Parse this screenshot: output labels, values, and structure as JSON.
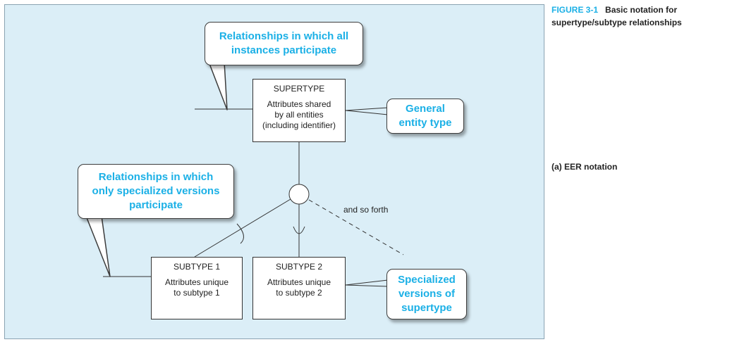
{
  "figure": {
    "number": "FIGURE 3-1",
    "caption_line1": "Basic notation for",
    "caption_line2": "supertype/subtype relationships",
    "subcaption": "(a) EER notation"
  },
  "supertype": {
    "name": "SUPERTYPE",
    "attributes": "Attributes shared\nby all entities\n(including identifier)"
  },
  "subtypes": [
    {
      "name": "SUBTYPE 1",
      "attributes": "Attributes unique\nto subtype 1"
    },
    {
      "name": "SUBTYPE 2",
      "attributes": "Attributes unique\nto subtype 2"
    }
  ],
  "callouts": {
    "all_instances": "Relationships in which all\ninstances participate",
    "general": "General\nentity type",
    "specialized_relationships": "Relationships in which\nonly specialized versions\nparticipate",
    "specialized_versions": "Specialized\nversions of\nsupertype"
  },
  "and_so_forth": "and so forth",
  "colors": {
    "panel": "#dbeef7",
    "callout_text": "#1bb0e6",
    "figure_number": "#1bb0e6"
  }
}
